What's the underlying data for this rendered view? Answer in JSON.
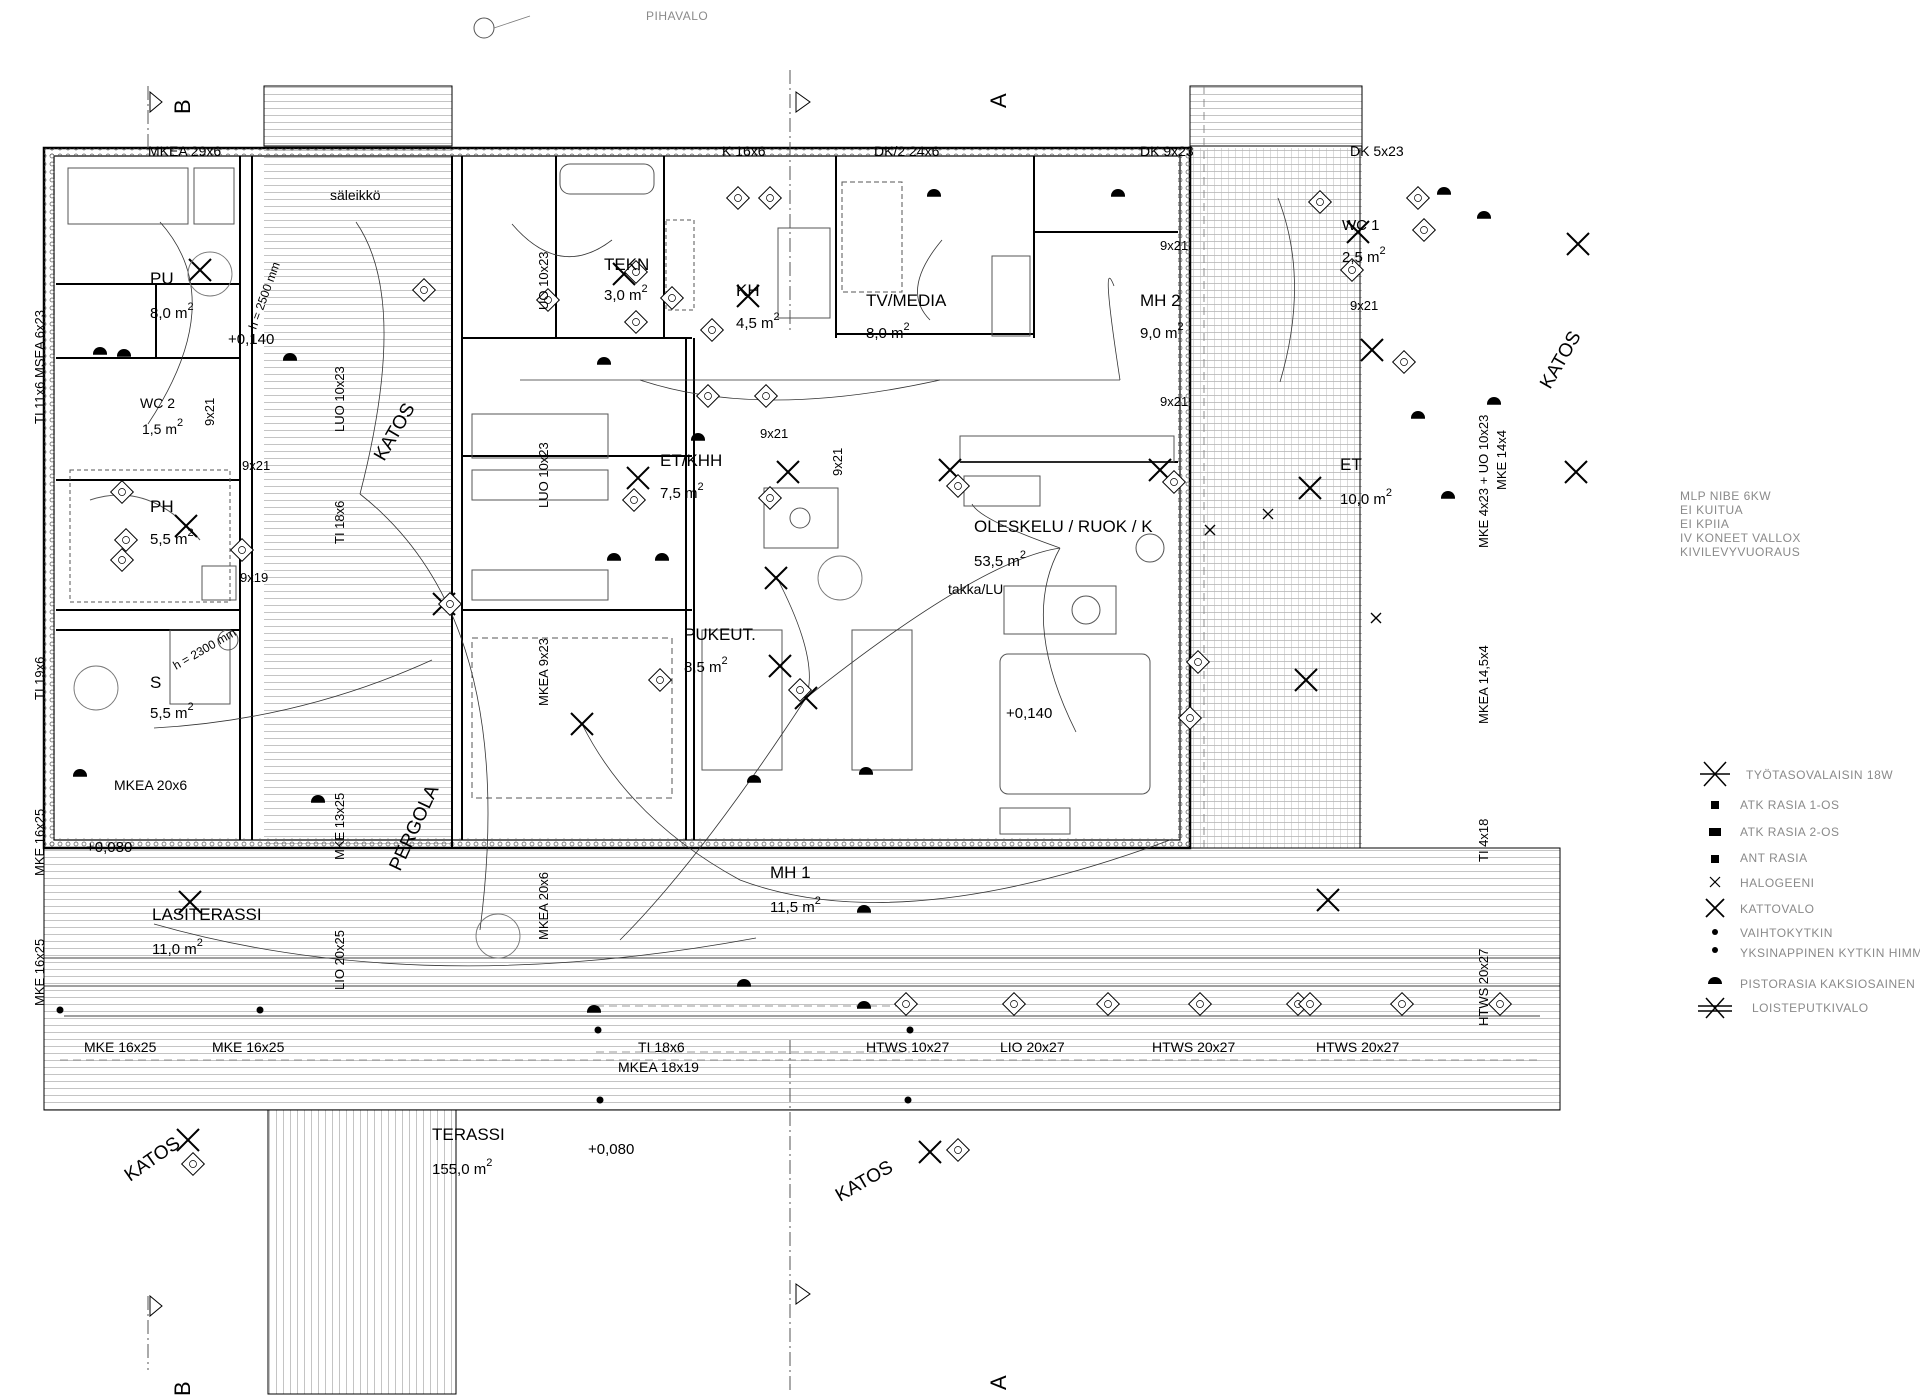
{
  "title": "PIHAVALO",
  "sections": {
    "a_top": "A",
    "a_bottom": "A",
    "b_top": "B",
    "b_bottom": "B"
  },
  "rooms": [
    {
      "name": "PU",
      "area": "8,0",
      "unit": "m",
      "sup": "2"
    },
    {
      "name": "WC 2",
      "area": "1,5",
      "unit": "m",
      "sup": "2"
    },
    {
      "name": "PH",
      "area": "5,5",
      "unit": "m",
      "sup": "2"
    },
    {
      "name": "S",
      "area": "5,5",
      "unit": "m",
      "sup": "2"
    },
    {
      "name": "TEKN",
      "area": "3,0",
      "unit": "m",
      "sup": "2"
    },
    {
      "name": "KH",
      "area": "4,5",
      "unit": "m",
      "sup": "2"
    },
    {
      "name": "TV/MEDIA",
      "area": "8,0",
      "unit": "m",
      "sup": "2"
    },
    {
      "name": "MH 2",
      "area": "9,0",
      "unit": "m",
      "sup": "2"
    },
    {
      "name": "WC 1",
      "area": "2,5",
      "unit": "m",
      "sup": "2"
    },
    {
      "name": "ET/KHH",
      "area": "7,5",
      "unit": "m",
      "sup": "2"
    },
    {
      "name": "ET",
      "area": "10,0",
      "unit": "m",
      "sup": "2"
    },
    {
      "name": "OLESKELU / RUOK / K",
      "area": "53,5",
      "unit": "m",
      "sup": "2"
    },
    {
      "name": "PUKEUT.",
      "area": "8,5",
      "unit": "m",
      "sup": "2"
    },
    {
      "name": "MH 1",
      "area": "11,5",
      "unit": "m",
      "sup": "2"
    },
    {
      "name": "LASITERASSI",
      "area": "11,0",
      "unit": "m",
      "sup": "2"
    },
    {
      "name": "TERASSI",
      "area": "155,0",
      "unit": "m",
      "sup": "2"
    }
  ],
  "windows_top": [
    "MKEA 29x6",
    "K 16x6",
    "DK/2 24x6",
    "DK 9x23",
    "DK 5x23"
  ],
  "windows_bottom": [
    "MKE 16x25",
    "MKE 16x25",
    "TI 18x6",
    "MKEA 18x19",
    "HTWS 10x27",
    "LIO 20x27",
    "HTWS 20x27",
    "HTWS 20x27"
  ],
  "windows_vertical": [
    "TI 11x6 MSEA 6x23",
    "TI 19x6",
    "MKE 16x25",
    "MKE 16x25",
    "LUO 10x23",
    "TI 18x6",
    "MKE 13x25",
    "LIO 20x25",
    "UO 10x23",
    "LUO 10x23",
    "MKEA 9x23",
    "MKEA 20x6",
    "MKE 4x23 + UO 10x23",
    "MKE 14x4",
    "MKEA 14,5x4",
    "TI 4x18",
    "HTWS 20x27"
  ],
  "doors": [
    "9x21",
    "9x21",
    "9x19",
    "9x21",
    "9x21",
    "9x21",
    "9x21",
    "9x21"
  ],
  "levels": [
    "+0,140",
    "+0,140",
    "+0,080",
    "+0,080"
  ],
  "misc": [
    "säleikkö",
    "h = 2500 mm",
    "h = 2300 mm",
    "takka/LU",
    "MKEA 20x6"
  ],
  "roofs": [
    "KATOS",
    "KATOS",
    "KATOS",
    "KATOS",
    "PERGOLA"
  ],
  "tech_notes": [
    "MLP NIBE 6KW",
    "EI KUITUA",
    "EI KPIIA",
    "IV KONEET VALLOX",
    "KIVILEVYVUORAUS"
  ],
  "legend": [
    {
      "icon": "tyotasovalaisin-icon",
      "label": "TYÖTASOVALAISIN 18W"
    },
    {
      "icon": "atk-socket-1-icon",
      "label": "ATK RASIA 1-OS"
    },
    {
      "icon": "atk-socket-2-icon",
      "label": "ATK RASIA 2-OS"
    },
    {
      "icon": "antenna-socket-icon",
      "label": "ANT RASIA"
    },
    {
      "icon": "halogen-icon",
      "label": "HALOGEENI"
    },
    {
      "icon": "ceiling-light-icon",
      "label": "KATTOVALO"
    },
    {
      "icon": "changeover-switch-icon",
      "label": "VAIHTOKYTKIN"
    },
    {
      "icon": "single-switch-icon",
      "label": "YKSINAPPINEN KYTKIN HIMMENNIN"
    },
    {
      "icon": "double-socket-icon",
      "label": "PISTORASIA KAKSIOSAINEN"
    },
    {
      "icon": "fluorescent-light-icon",
      "label": "LOISTEPUTKIVALO"
    }
  ],
  "colors": {
    "ink": "#000000",
    "grey": "#8a8a8a",
    "light": "#bdbdbd"
  }
}
